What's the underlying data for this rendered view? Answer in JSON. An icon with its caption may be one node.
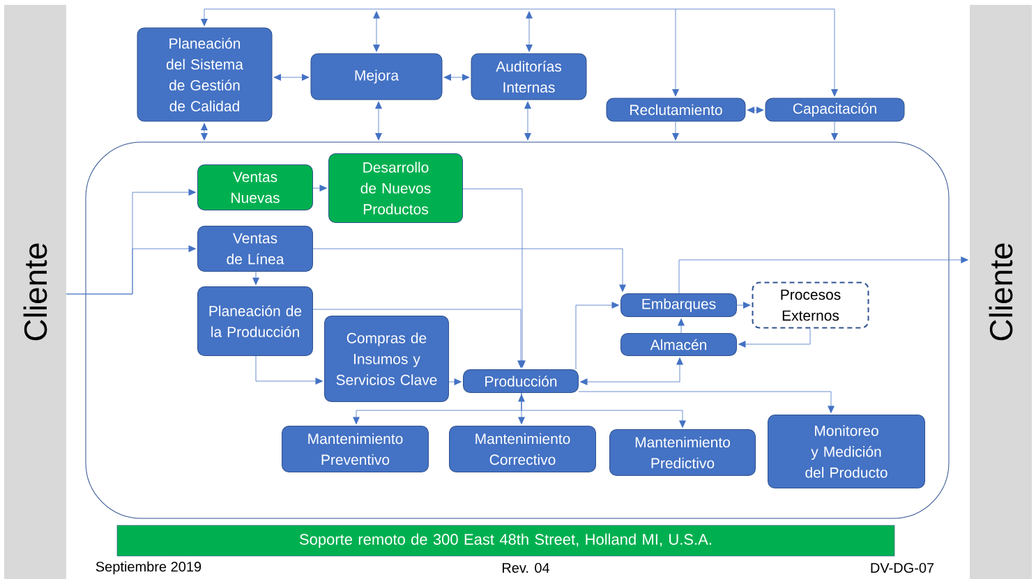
{
  "diagram": {
    "nodes": [
      {
        "text": [
          "Cliente"
        ]
      },
      {
        "text": [
          "Cliente"
        ]
      },
      {
        "text": [
          "Planeación del Sistema de Gestión de Calidad"
        ]
      },
      {
        "text": [
          "Mejora"
        ]
      },
      {
        "text": [
          "Auditorías Internas"
        ]
      },
      {
        "text": [
          "Reclutamiento"
        ]
      },
      {
        "text": [
          "Capacitación"
        ]
      },
      {
        "text": [],
        "shape": "box"
      },
      {
        "text": [
          "Ventas Nuevas"
        ],
        "in": 7
      },
      {
        "text": [
          "Desarrollo de Nuevos Productos"
        ],
        "in": 7
      },
      {
        "text": [
          "Ventas de Línea"
        ],
        "in": 7
      },
      {
        "text": [
          "Planeación de la Producción"
        ],
        "in": 7
      },
      {
        "text": [
          "Compras de Insumos y Servicios Clave"
        ],
        "in": 7
      },
      {
        "text": [
          "Producción"
        ],
        "in": 7
      },
      {
        "text": [
          "Embarques"
        ],
        "in": 7
      },
      {
        "text": [
          "Procesos Externos"
        ],
        "in": 7
      },
      {
        "text": [
          "Almacén"
        ],
        "in": 7
      },
      {
        "text": [
          "Mantenimiento Preventivo"
        ],
        "in": 7
      },
      {
        "text": [
          "Mantenimiento Correctivo"
        ],
        "in": 7
      },
      {
        "text": [
          "Mantenimiento Predictivo"
        ],
        "in": 7
      },
      {
        "text": [
          "Monitoreo y Medición del Producto"
        ],
        "in": 7
      },
      {
        "text": [
          "Soporte remoto de 300 East 48th Street, Holland MI, U.S.A."
        ]
      }
    ],
    "edges": [
      {
        "from": null,
        "to": 2,
        "arrow": "to"
      },
      {
        "from": null,
        "to": 3,
        "arrow": "both"
      },
      {
        "from": null,
        "to": 4,
        "arrow": "both"
      },
      {
        "from": null,
        "to": 5,
        "arrow": "to"
      },
      {
        "from": null,
        "to": 6,
        "arrow": "to"
      },
      {
        "from": 2,
        "to": 3,
        "arrow": "both"
      },
      {
        "from": 3,
        "to": 4,
        "arrow": "both"
      },
      {
        "from": 5,
        "to": 6,
        "arrow": "both"
      },
      {
        "from": 2,
        "to": 7,
        "arrow": "both"
      },
      {
        "from": 3,
        "to": 7,
        "arrow": "both"
      },
      {
        "from": 4,
        "to": 7,
        "arrow": "both"
      },
      {
        "from": 5,
        "to": 7,
        "arrow": "to"
      },
      {
        "from": 6,
        "to": 7,
        "arrow": "to"
      },
      {
        "from": 0,
        "to": 8,
        "arrow": "to"
      },
      {
        "from": 0,
        "to": 10,
        "arrow": "to"
      },
      {
        "from": 8,
        "to": 9,
        "arrow": "to"
      },
      {
        "from": 9,
        "to": 13,
        "arrow": "to"
      },
      {
        "from": 10,
        "to": 11,
        "arrow": "to"
      },
      {
        "from": 10,
        "to": 14,
        "arrow": "to"
      },
      {
        "from": 11,
        "to": 13,
        "arrow": "to"
      },
      {
        "from": 11,
        "to": 12,
        "arrow": "to"
      },
      {
        "from": 12,
        "to": 13,
        "arrow": "to"
      },
      {
        "from": 13,
        "to": 14,
        "arrow": "to"
      },
      {
        "from": 14,
        "to": 15,
        "arrow": "to"
      },
      {
        "from": 15,
        "to": 16,
        "arrow": "to"
      },
      {
        "from": 16,
        "to": 14,
        "arrow": "to"
      },
      {
        "from": 13,
        "to": 16,
        "arrow": "both"
      },
      {
        "from": 14,
        "to": 1,
        "arrow": "to"
      },
      {
        "from": 13,
        "to": 20,
        "arrow": "to"
      },
      {
        "from": 13,
        "to": 17,
        "arrow": "to"
      },
      {
        "from": 13,
        "to": 18,
        "arrow": "both"
      },
      {
        "from": 13,
        "to": 19,
        "arrow": "to"
      }
    ],
    "labels": [
      "Septiembre 2019",
      "Rev. 04",
      "DV-DG-07"
    ]
  }
}
